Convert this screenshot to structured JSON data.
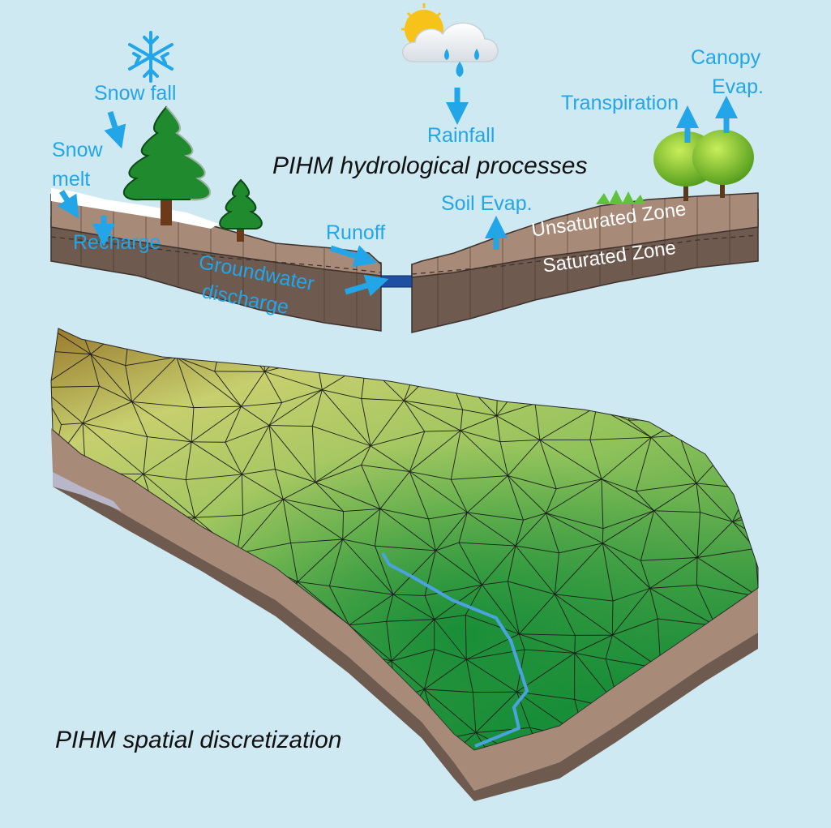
{
  "titles": {
    "processes": "PIHM hydrological processes",
    "discretization": "PIHM spatial discretization"
  },
  "labels": {
    "snow_fall": "Snow fall",
    "snow_melt_1": "Snow",
    "snow_melt_2": "melt",
    "recharge": "Recharge",
    "groundwater_1": "Groundwater",
    "groundwater_2": "discharge",
    "runoff": "Runoff",
    "rainfall": "Rainfall",
    "soil_evap": "Soil Evap.",
    "transpiration": "Transpiration",
    "canopy_1": "Canopy",
    "canopy_2": "Evap.",
    "unsaturated": "Unsaturated Zone",
    "saturated": "Saturated Zone"
  },
  "icons": {
    "snowflake": "snowflake-icon",
    "sun_cloud": "sun-cloud-icon"
  },
  "colors": {
    "background": "#cfe9f3",
    "label_blue": "#22a6e8",
    "soil_light": "#a88a78",
    "soil_dark": "#6e5a4f",
    "tree_green": "#1f8a2e",
    "river": "#4aa3e0"
  }
}
